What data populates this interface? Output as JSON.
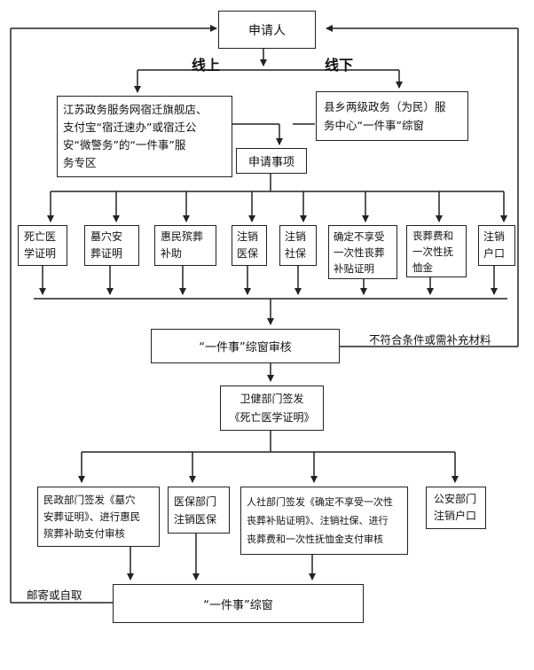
{
  "diagram": {
    "applicant": "申请人",
    "branch_online": "线上",
    "branch_offline": "线下",
    "online_channels": [
      "江苏政务服务网宿迁旗舰店、",
      "支付宝“宿迁速办”或宿迁公",
      "安“微警务”的“一件事”服",
      "务专区"
    ],
    "offline_channel": [
      "县乡两级政务（为民）服",
      "务中心“一件事”综窗"
    ],
    "items_title": "申请事项",
    "items": [
      [
        "死亡医",
        "学证明"
      ],
      [
        "墓穴安",
        "葬证明"
      ],
      [
        "惠民殡葬",
        "补助"
      ],
      [
        "注销",
        "医保"
      ],
      [
        "注销",
        "社保"
      ],
      [
        "确定不享受",
        "一次性丧葬",
        "补贴证明"
      ],
      [
        "丧葬费和",
        "一次性抚",
        "恤金"
      ],
      [
        "注销",
        "户口"
      ]
    ],
    "review": "“一件事”综窗审核",
    "reject_note": "不符合条件或需补充材料",
    "health_dept": [
      "卫健部门签发",
      "《死亡医学证明》"
    ],
    "departments": [
      [
        "民政部门签发《墓穴",
        "安葬证明》、进行惠民",
        "殡葬补助支付审核"
      ],
      [
        "医保部门",
        "注销医保"
      ],
      [
        "人社部门签发《确定不享受一次性",
        "丧葬补贴证明》、注销社保、进行",
        "丧葬费和一次性抚恤金支付审核"
      ],
      [
        "公安部门",
        "注销户口"
      ]
    ],
    "final_window": "“一件事”综窗",
    "delivery_note": "邮寄或自取"
  }
}
